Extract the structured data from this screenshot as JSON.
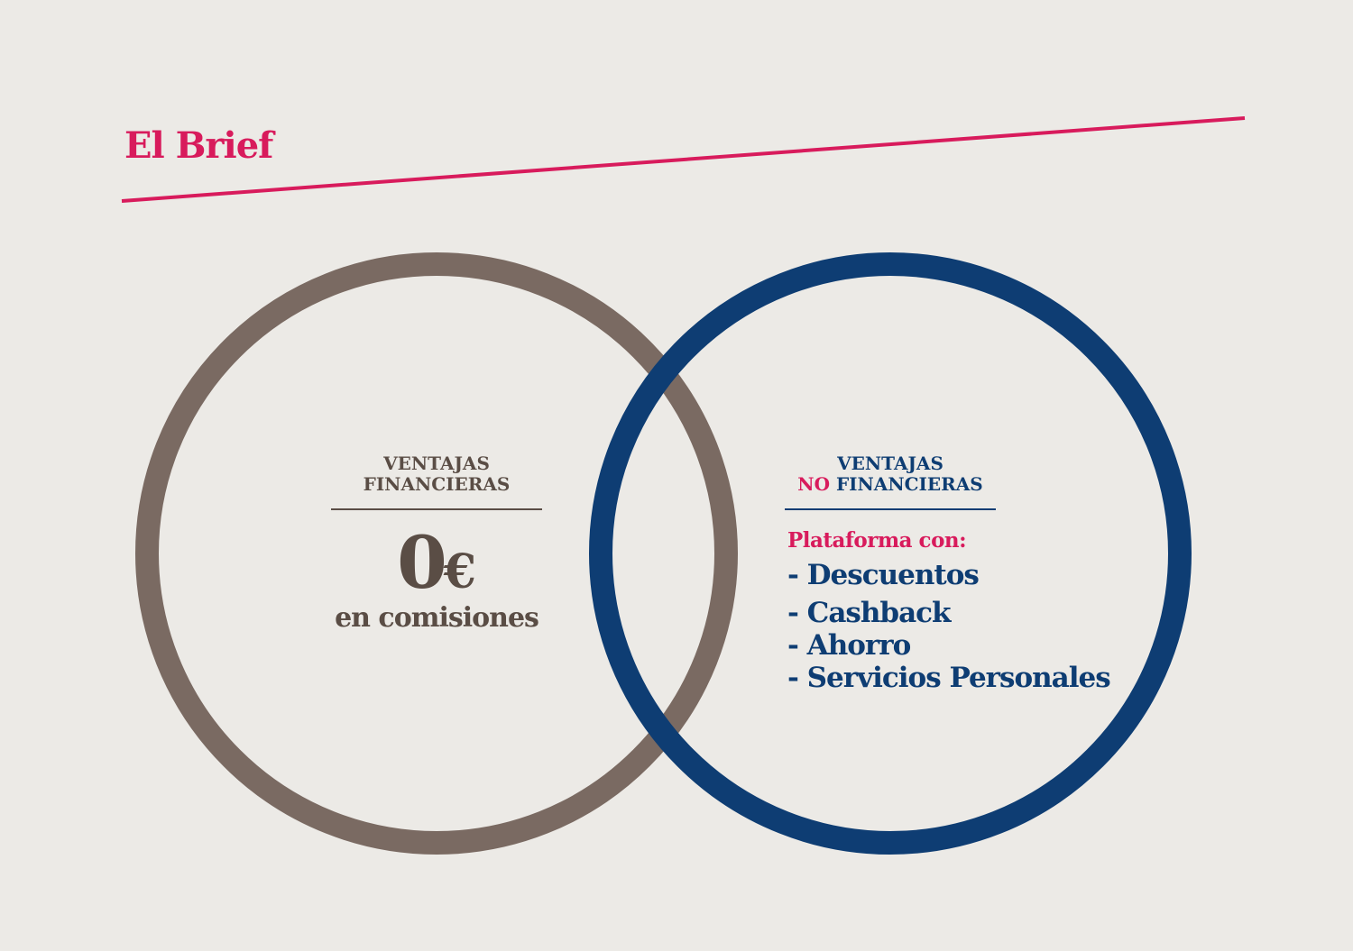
{
  "title": "El Brief",
  "left_circle": {
    "heading_line1": "VENTAJAS",
    "heading_line2": "FINANCIERAS",
    "value": "0",
    "currency": "€",
    "caption": "en comisiones"
  },
  "right_circle": {
    "heading_line1": "VENTAJAS",
    "heading_prefix": "NO",
    "heading_line2": "FINANCIERAS",
    "platform_label": "Plataforma con:",
    "items": [
      "- Descuentos",
      "- Cashback",
      "- Ahorro",
      "- Servicios Personales"
    ]
  },
  "colors": {
    "background": "#ECEAE6",
    "accent": "#D81B5C",
    "brown": "#7A6A62",
    "brown_text": "#5A4D45",
    "navy": "#0E3D73"
  }
}
